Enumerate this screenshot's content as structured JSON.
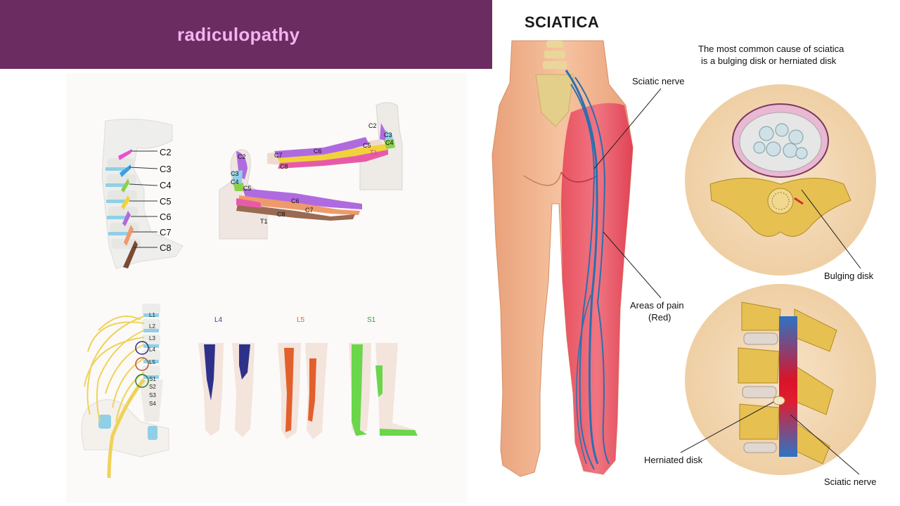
{
  "banner": {
    "title": "radiculopathy"
  },
  "cervical": {
    "levels": [
      "C2",
      "C3",
      "C4",
      "C5",
      "C6",
      "C7",
      "C8"
    ],
    "arm_right": {
      "labels": [
        "C2",
        "C3",
        "C4",
        "C5",
        "C6",
        "C7",
        "C8",
        "T1"
      ]
    },
    "arm_left": {
      "labels": [
        "C2",
        "C3",
        "C4",
        "C5",
        "C6",
        "C7",
        "C8",
        "T1"
      ]
    }
  },
  "lumbar": {
    "spine_levels": [
      "L1",
      "L2",
      "L3",
      "L4",
      "L5",
      "S1",
      "S2",
      "S3",
      "S4"
    ],
    "legs": [
      {
        "label": "L4",
        "color": "#3a3f8f"
      },
      {
        "label": "L5",
        "color": "#e0602a"
      },
      {
        "label": "S1",
        "color": "#3a9a3a"
      }
    ]
  },
  "sciatica": {
    "title": "SCIATICA",
    "cause": [
      "The most common cause of sciatica",
      "is a bulging disk or herniated disk"
    ],
    "labels": {
      "sciatic_nerve": "Sciatic nerve",
      "areas_of_pain": "Areas of pain",
      "red": "(Red)",
      "bulging_disk": "Bulging disk",
      "herniated_disk": "Herniated disk",
      "sciatic_nerve_bottom": "Sciatic nerve"
    }
  },
  "colors": {
    "banner": "#6b2c62",
    "banner_text": "#f2b3ee",
    "pain": "#e2405a",
    "nerve": "#2b6fb0",
    "skin": "#f2b895"
  }
}
